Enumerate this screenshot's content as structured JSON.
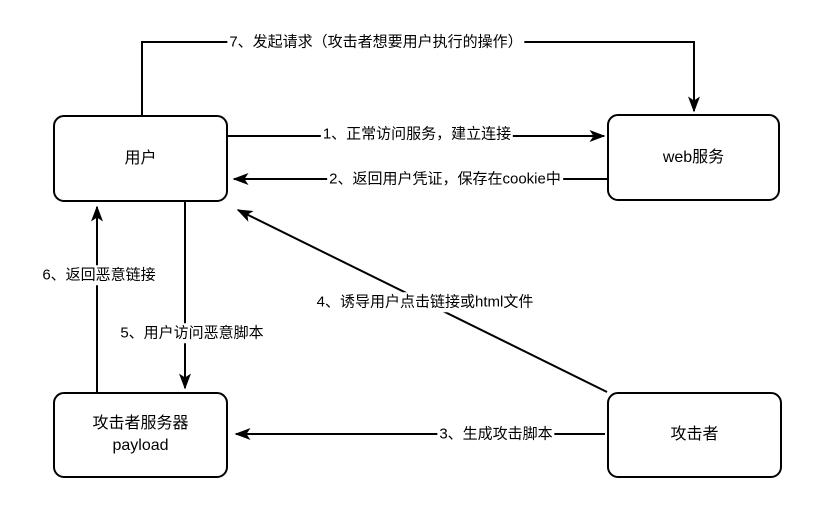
{
  "diagram": {
    "kind": "flow-diagram",
    "colors": {
      "stroke": "#000000",
      "background": "#ffffff",
      "text": "#000000"
    },
    "nodes": {
      "user": {
        "label": "用户"
      },
      "web_service": {
        "label": "web服务"
      },
      "attacker_server": {
        "label": "攻击者服务器\npayload"
      },
      "attacker": {
        "label": "攻击者"
      }
    },
    "edges": {
      "e1": {
        "label": "1、正常访问服务，建立连接",
        "from": "user",
        "to": "web_service"
      },
      "e2": {
        "label": "2、返回用户凭证，保存在cookie中",
        "from": "web_service",
        "to": "user"
      },
      "e3": {
        "label": "3、生成攻击脚本",
        "from": "attacker",
        "to": "attacker_server"
      },
      "e4": {
        "label": "4、诱导用户点击链接或html文件",
        "from": "attacker",
        "to": "user"
      },
      "e5": {
        "label": "5、用户访问恶意脚本",
        "from": "user",
        "to": "attacker_server"
      },
      "e6": {
        "label": "6、返回恶意链接",
        "from": "attacker_server",
        "to": "user"
      },
      "e7": {
        "label": "7、发起请求（攻击者想要用户执行的操作）",
        "from": "user",
        "to": "web_service"
      }
    }
  }
}
